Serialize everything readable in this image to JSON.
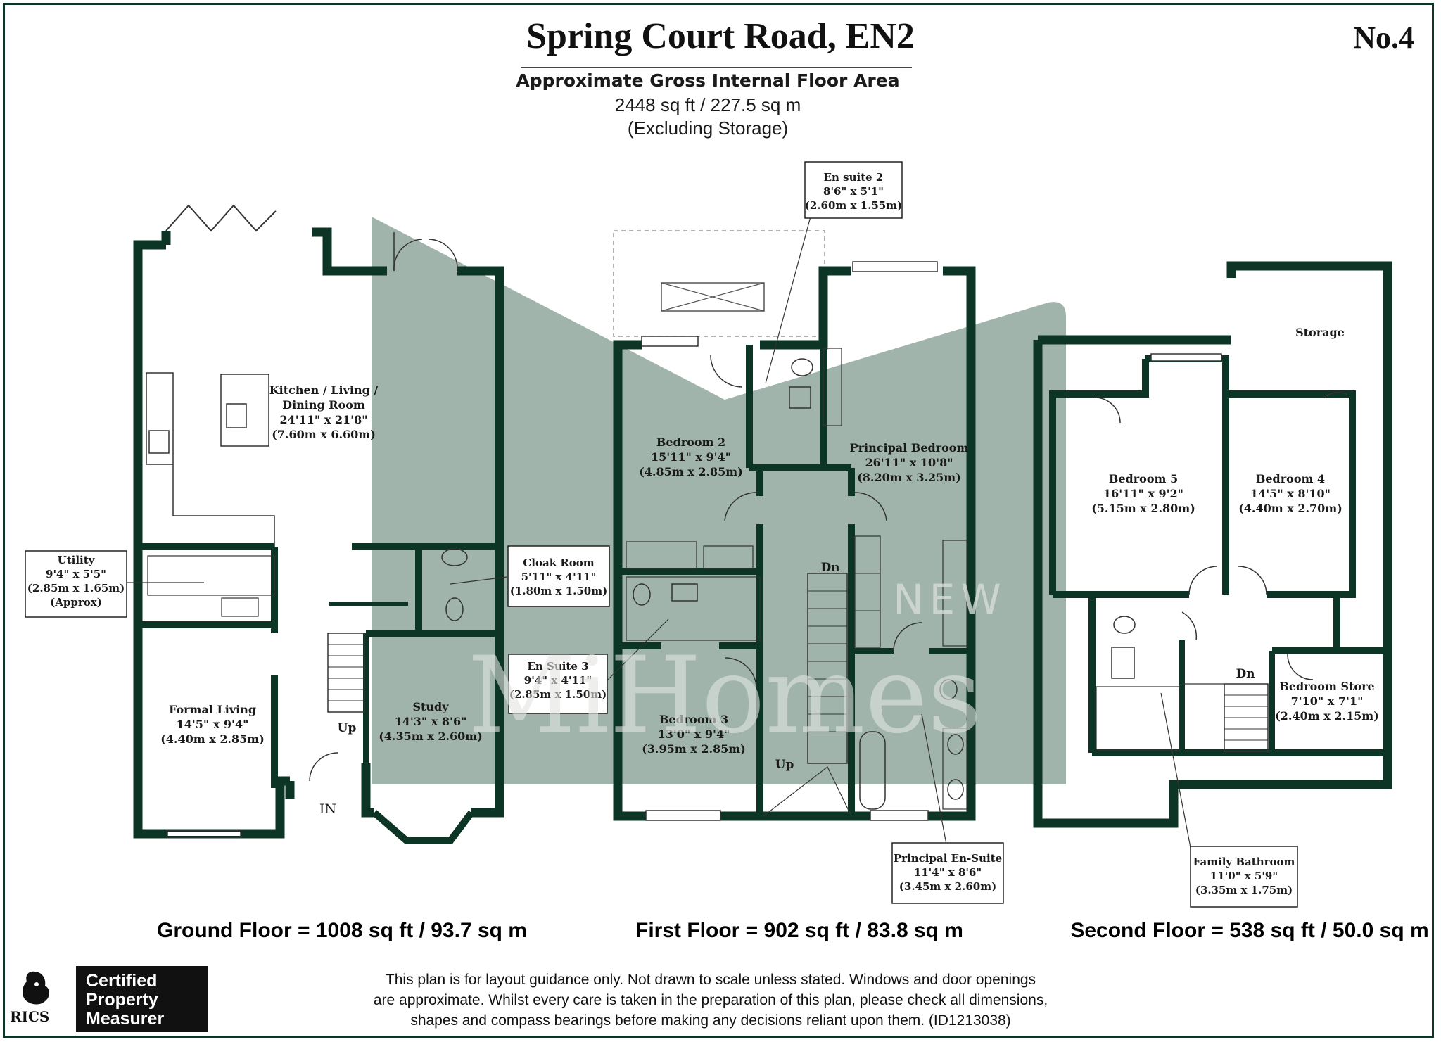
{
  "header": {
    "title": "Spring Court Road, EN2",
    "plot_number": "No.4",
    "gia_heading": "Approximate Gross Internal Floor Area",
    "gia_value": "2448 sq ft / 227.5 sq m",
    "gia_note": "(Excluding Storage)"
  },
  "watermark": {
    "top": "NEW",
    "main": "MiHomes"
  },
  "colors": {
    "wall": "#0d3526",
    "accent_shape": "#8fa79d"
  },
  "floors": {
    "ground": {
      "summary": "Ground Floor  = 1008 sq ft / 93.7 sq m",
      "rooms": {
        "kitchen": [
          "Kitchen / Living /",
          "Dining Room",
          "24'11\" x 21'8\"",
          "(7.60m x 6.60m)"
        ],
        "formal_living": [
          "Formal Living",
          "14'5\" x 9'4\"",
          "(4.40m x 2.85m)"
        ],
        "study": [
          "Study",
          "14'3\" x 8'6\"",
          "(4.35m x 2.60m)"
        ]
      },
      "callouts": {
        "utility": [
          "Utility",
          "9'4\" x 5'5\"",
          "(2.85m x 1.65m)",
          "(Approx)"
        ],
        "cloak_room": [
          "Cloak Room",
          "5'11\" x 4'11\"",
          "(1.80m x 1.50m)"
        ]
      },
      "markers": {
        "up": "Up",
        "in": "IN"
      }
    },
    "first": {
      "summary": "First Floor  = 902 sq ft / 83.8 sq m",
      "rooms": {
        "bedroom2": [
          "Bedroom 2",
          "15'11\" x 9'4\"",
          "(4.85m x 2.85m)"
        ],
        "principal": [
          "Principal Bedroom",
          "26'11\" x 10'8\"",
          "(8.20m x 3.25m)"
        ],
        "bedroom3": [
          "Bedroom 3",
          "13'0\" x 9'4\"",
          "(3.95m x 2.85m)"
        ]
      },
      "callouts": {
        "en_suite_2": [
          "En suite 2",
          "8'6\" x 5'1\"",
          "(2.60m x 1.55m)"
        ],
        "en_suite_3": [
          "En Suite 3",
          "9'4\" x 4'11\"",
          "(2.85m x 1.50m)"
        ],
        "principal_en_suite": [
          "Principal En-Suite",
          "11'4\" x 8'6\"",
          "(3.45m x 2.60m)"
        ]
      },
      "markers": {
        "dn": "Dn",
        "up": "Up"
      }
    },
    "second": {
      "summary": "Second Floor  = 538 sq ft / 50.0 sq m",
      "rooms": {
        "storage": [
          "Storage"
        ],
        "bedroom5": [
          "Bedroom 5",
          "16'11\" x 9'2\"",
          "(5.15m x 2.80m)"
        ],
        "bedroom4": [
          "Bedroom 4",
          "14'5\" x 8'10\"",
          "(4.40m x 2.70m)"
        ],
        "bedroom_store": [
          "Bedroom Store",
          "7'10\" x 7'1\"",
          "(2.40m x 2.15m)"
        ]
      },
      "callouts": {
        "family_bathroom": [
          "Family Bathroom",
          "11'0\" x 5'9\"",
          "(3.35m x 1.75m)"
        ]
      },
      "markers": {
        "dn": "Dn"
      }
    }
  },
  "footer": {
    "disclaimer_lines": [
      "This plan is for layout guidance only. Not drawn to scale unless stated. Windows and door openings",
      "are approximate. Whilst every care is taken in the preparation of this plan, please check all dimensions,",
      "shapes and compass bearings before making any decisions reliant upon them. (ID1213038)"
    ],
    "rics": "RICS",
    "badge_lines": [
      "Certified",
      "Property",
      "Measurer"
    ]
  }
}
